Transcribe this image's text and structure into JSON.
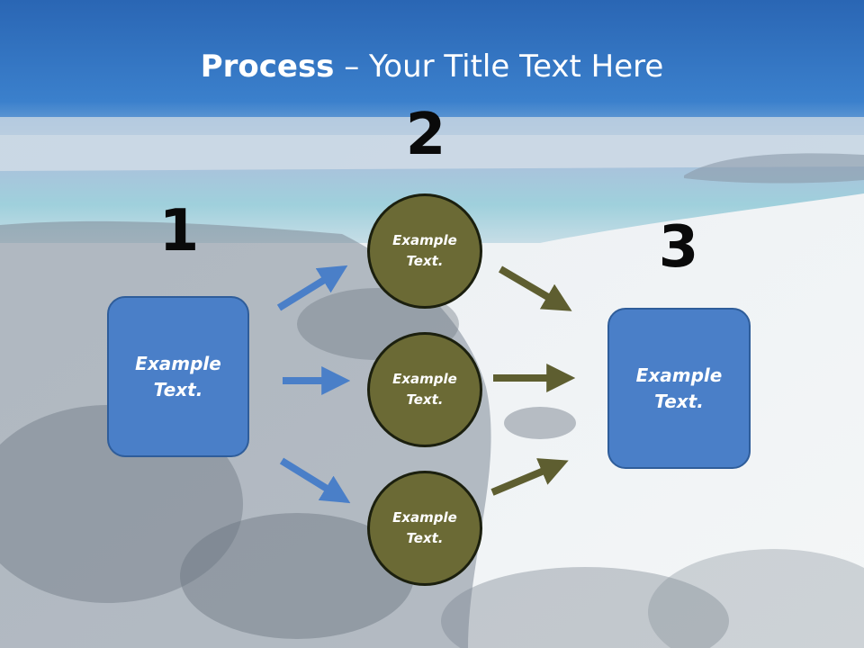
{
  "slide": {
    "title_bold": "Process",
    "title_rest": " – Your Title Text Here"
  },
  "steps": {
    "num1": "1",
    "num2": "2",
    "num3": "3"
  },
  "nodes": {
    "left_box": "Example\nText.",
    "circle_top": "Example\nText.",
    "circle_middle": "Example\nText.",
    "circle_bottom": "Example\nText.",
    "right_box": "Example\nText."
  },
  "colors": {
    "box_fill": "#4a7fc8",
    "circle_fill": "#6b6a35",
    "blue_arrow": "#4a7fc8",
    "olive_arrow": "#5e5e30",
    "header_band": "#2f6fbe"
  }
}
